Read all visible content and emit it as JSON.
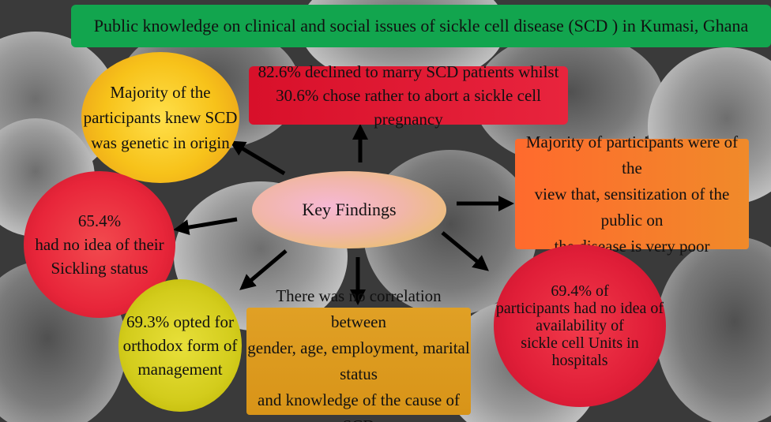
{
  "title": "Public knowledge on clinical and social issues of sickle cell disease (SCD ) in Kumasi, Ghana",
  "center": "Key Findings",
  "findings": {
    "marry": {
      "line1": "82.6% declined to marry SCD patients  whilst",
      "line2": "30.6% chose rather to abort a sickle cell pregnancy"
    },
    "genetic": {
      "line1": "Majority of the",
      "line2": "participants knew SCD",
      "line3": "was genetic in  origin"
    },
    "sensitization": {
      "line1": "Majority of participants were of the",
      "line2": "view that, sensitization of the public on",
      "line3": "the disease is very poor"
    },
    "sickling": {
      "line1": "65.4%",
      "line2": "had no idea of their",
      "line3": "Sickling status"
    },
    "orthodox": {
      "line1": "69.3% opted for",
      "line2": "orthodox form of",
      "line3": "management"
    },
    "correlation": {
      "line1": "There was no correlation between",
      "line2": "gender, age, employment, marital status",
      "line3": "and knowledge of the cause of SCD"
    },
    "units": {
      "line1": "69.4% of",
      "line2": "participants had no idea of",
      "line3": "availability of",
      "line4": "sickle cell Units in hospitals"
    }
  },
  "colors": {
    "title_bg": "#12a54e",
    "marry_bg": "#e01a35",
    "genetic_bg": "#f7c21a",
    "sensitization_bg": "#f5772c",
    "sickling_bg": "#e8263a",
    "orthodox_bg": "#d3cc1c",
    "correlation_bg": "#dc9a1e",
    "units_bg": "#e01e38",
    "arrow": "#000000"
  }
}
